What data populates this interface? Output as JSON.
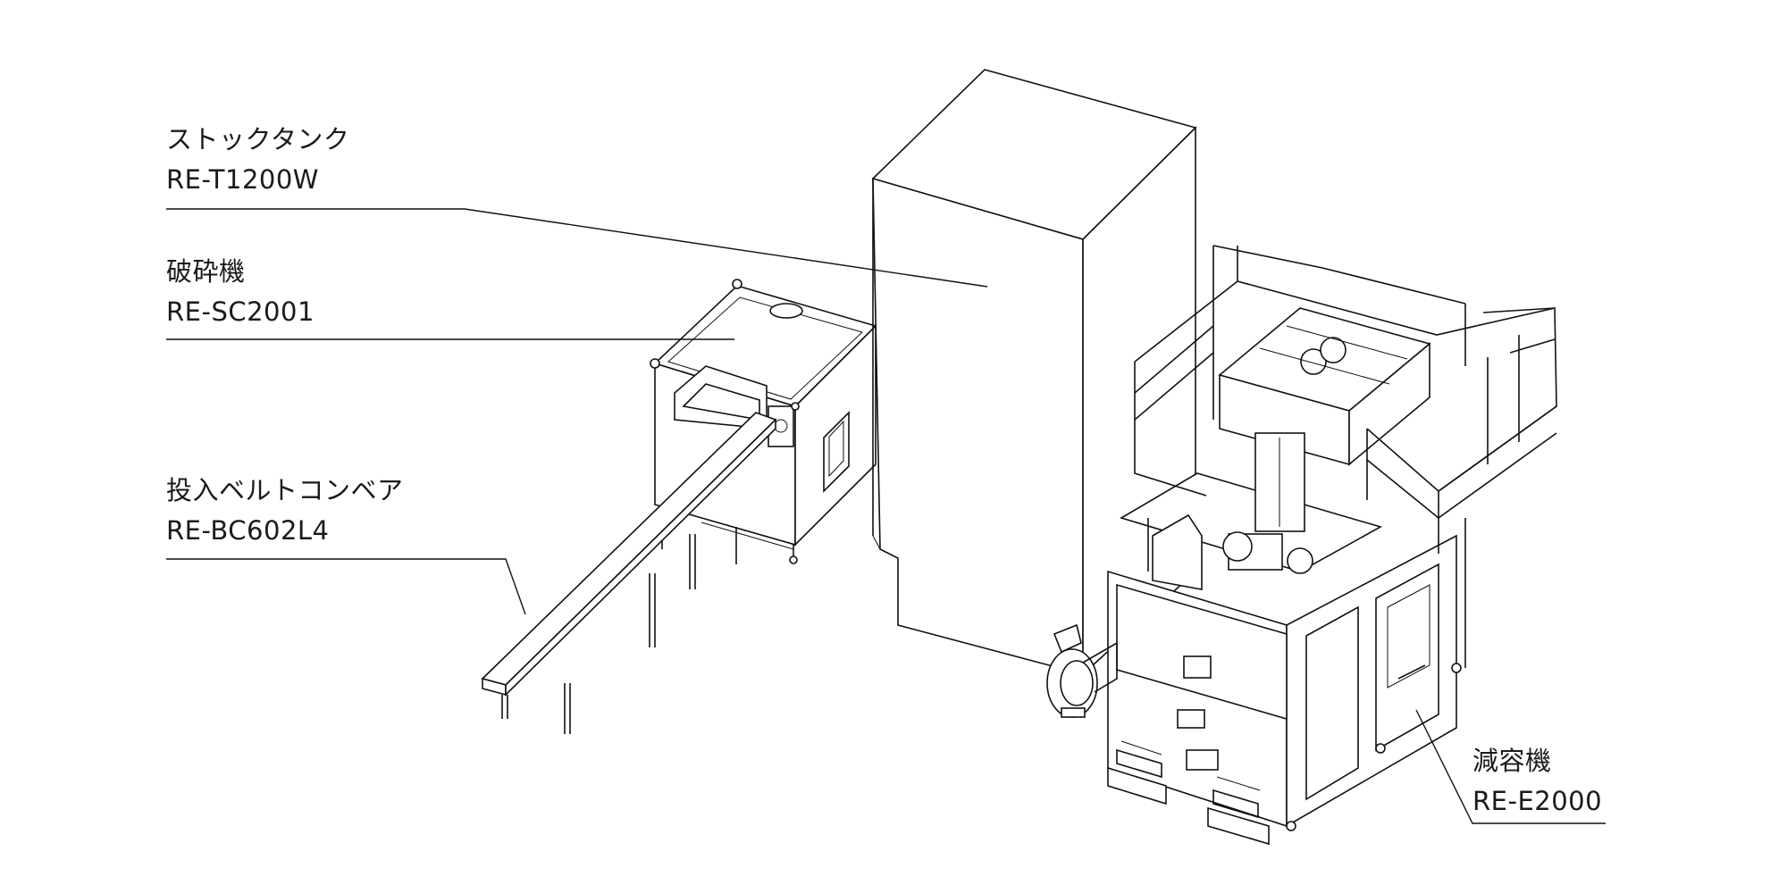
{
  "labels": {
    "stock_tank": {
      "name": "ストックタンク",
      "model": "RE-T1200W"
    },
    "crusher": {
      "name": "破砕機",
      "model": "RE-SC2001"
    },
    "conveyor": {
      "name": "投入ベルトコンベア",
      "model": "RE-BC602L4"
    },
    "volume_reducer": {
      "name": "減容機",
      "model": "RE-E2000"
    }
  }
}
